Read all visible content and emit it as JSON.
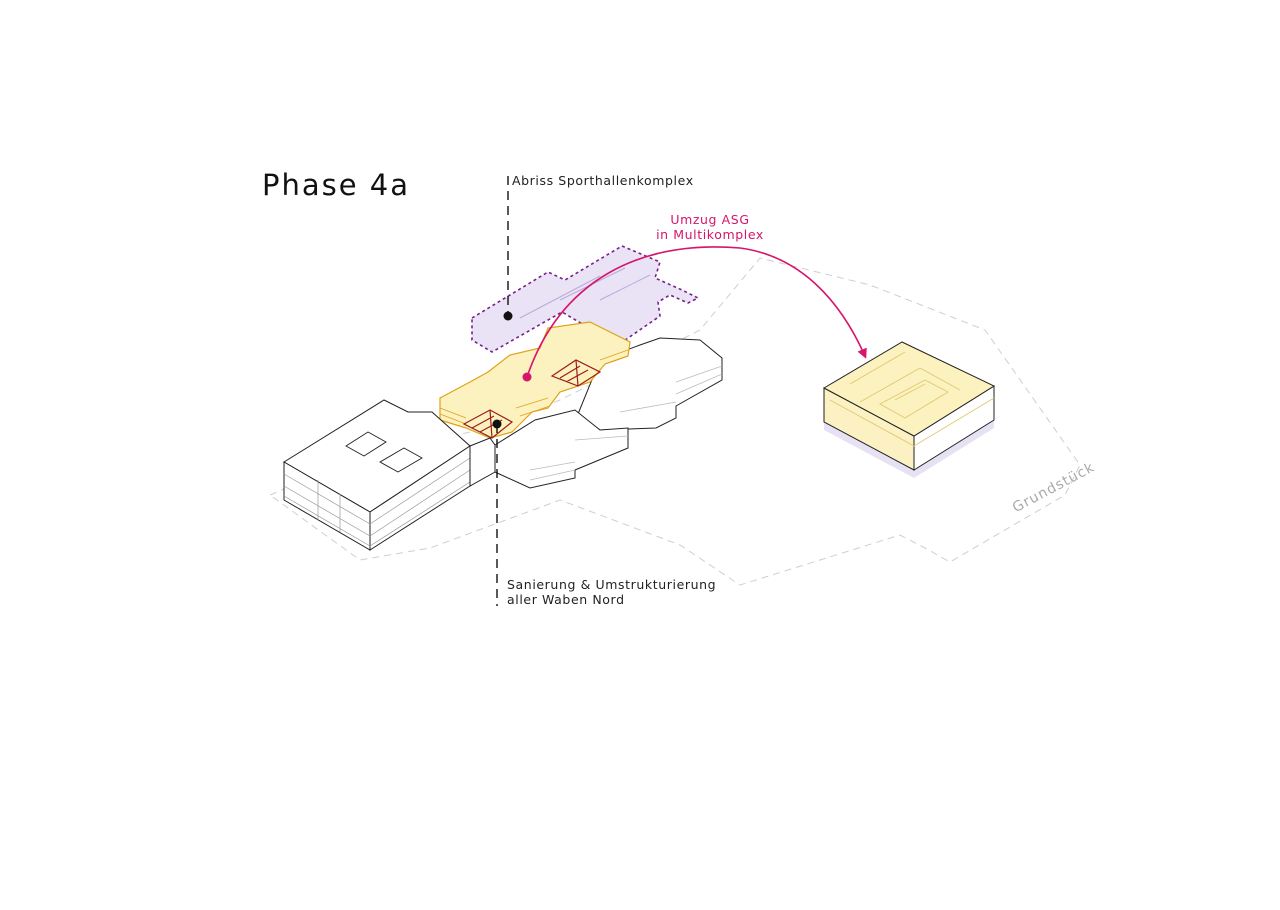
{
  "title": "Phase 4a",
  "labels": {
    "demolition": "Abriss Sporthallenkomplex",
    "move_line1": "Umzug ASG",
    "move_line2": "in Multikomplex",
    "renovation_line1": "Sanierung & Umstrukturierung",
    "renovation_line2": "aller Waben Nord",
    "site": "Grundstück"
  },
  "colors": {
    "accent_move": "#d6156c",
    "demolition_outline": "#7a1f8c",
    "demolition_fill": "#e9e3f5",
    "renovation_fill": "#fcf2bf",
    "renovation_edge": "#e0a21a",
    "stair_edge": "#9c1c1c",
    "line_dark": "#222222",
    "site_outline": "#cfcfcf",
    "multicomplex_base": "#e7e2f3"
  }
}
